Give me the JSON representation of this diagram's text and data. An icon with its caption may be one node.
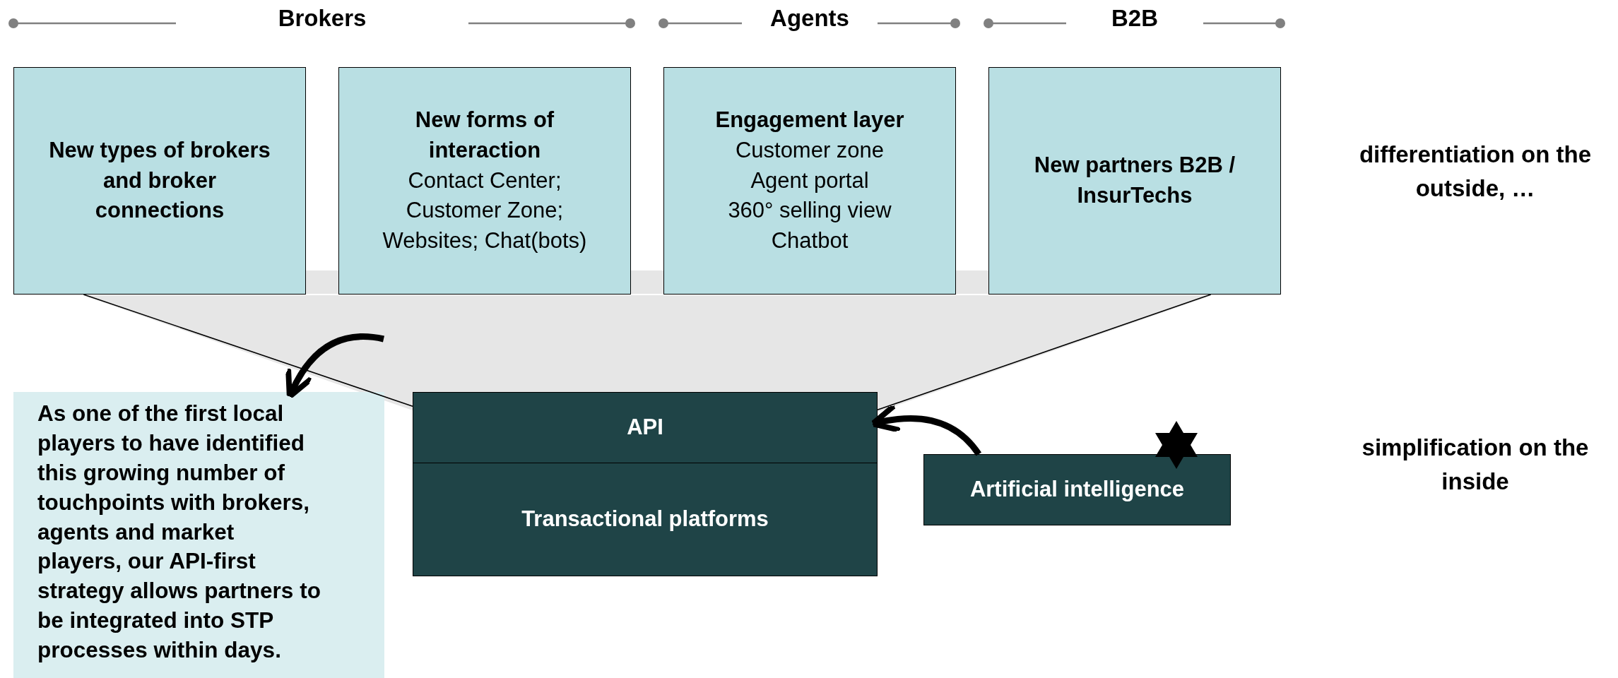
{
  "diagram": {
    "nodes": [
      {
        "text": [
          "New types of brokers and broker connections"
        ]
      },
      {
        "text": [
          "New forms of interaction",
          "Contact Center; Customer Zone; Websites; Chat(bots)"
        ]
      },
      {
        "text": [
          "Engagement layer",
          "Customer zone",
          "Agent portal",
          "360° selling view",
          "Chatbot"
        ]
      },
      {
        "text": [
          "New partners B2B / InsurTechs"
        ]
      },
      {
        "text": [
          "API"
        ]
      },
      {
        "text": [
          "Transactional platforms"
        ]
      },
      {
        "text": [
          "Artificial intelligence"
        ]
      },
      {
        "text": [
          "As one of the first local players to have identified this growing number of touchpoints with brokers, agents and market players, our API-first strategy allows partners to be integrated into STP processes within days."
        ]
      }
    ],
    "edges": [
      {
        "from": 6,
        "to": 4,
        "arrow": "to",
        "style": "thick"
      },
      {
        "from": null,
        "to": 7,
        "arrow": "to",
        "style": "thick"
      },
      {
        "from": 0,
        "to": 4,
        "arrow": "none"
      },
      {
        "from": 3,
        "to": 4,
        "arrow": "none"
      }
    ],
    "labels": [
      "Brokers",
      "Agents",
      "B2B",
      "differentiation on the outside, …",
      "simplification on the inside"
    ]
  }
}
